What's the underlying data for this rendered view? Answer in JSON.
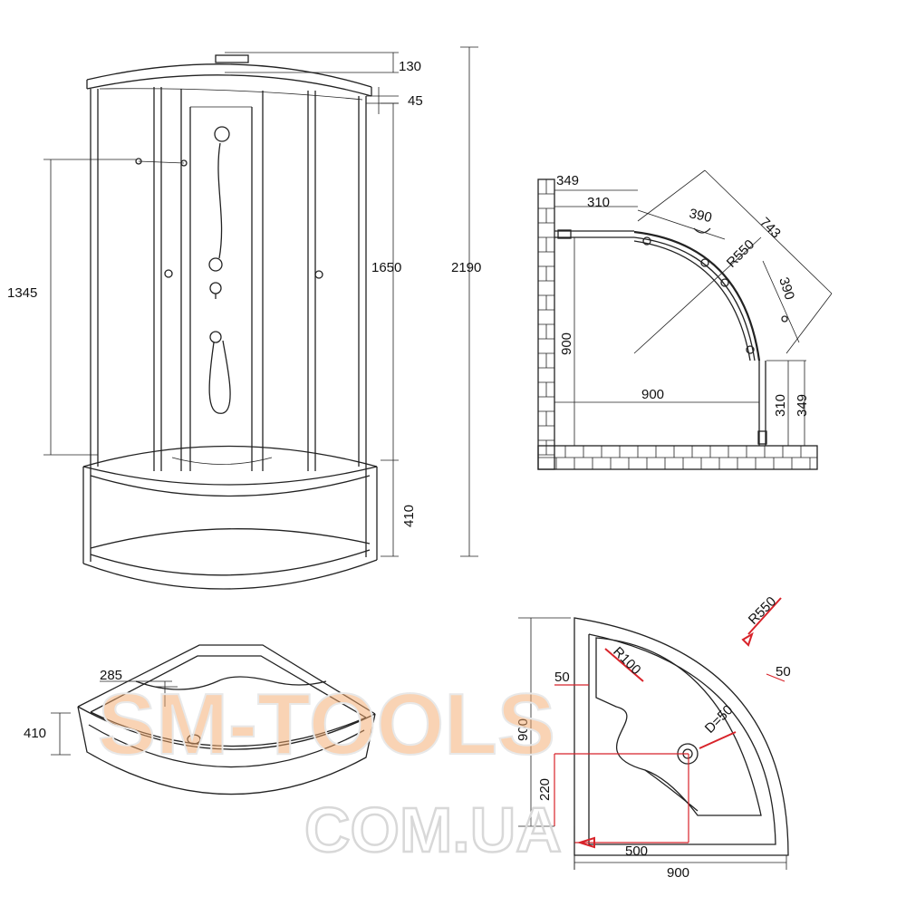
{
  "front_view": {
    "dims": {
      "top_cap": "130",
      "top_gap": "45",
      "handle_height": "1345",
      "cabin_height": "1650",
      "total_height": "2190",
      "tray_height": "410"
    }
  },
  "plan_view": {
    "dims": {
      "top_offset_outer": "349",
      "top_offset_inner": "310",
      "door_arc": "390",
      "diagonal": "743",
      "radius": "R550",
      "side_arc": "390",
      "depth": "900",
      "width": "900",
      "side_offset_inner": "310",
      "side_offset_outer": "349"
    }
  },
  "tray_iso": {
    "dims": {
      "rim": "285",
      "height": "410"
    }
  },
  "tray_plan": {
    "dims": {
      "radius": "R550",
      "inner_radius": "R100",
      "rim_left": "50",
      "rim_right": "50",
      "drain": "D=50",
      "depth": "900",
      "drain_offset_y": "220",
      "drain_offset_x": "500",
      "width": "900"
    }
  },
  "watermark": {
    "line1": "SM-TOOLS",
    "line2": "COM.UA"
  }
}
